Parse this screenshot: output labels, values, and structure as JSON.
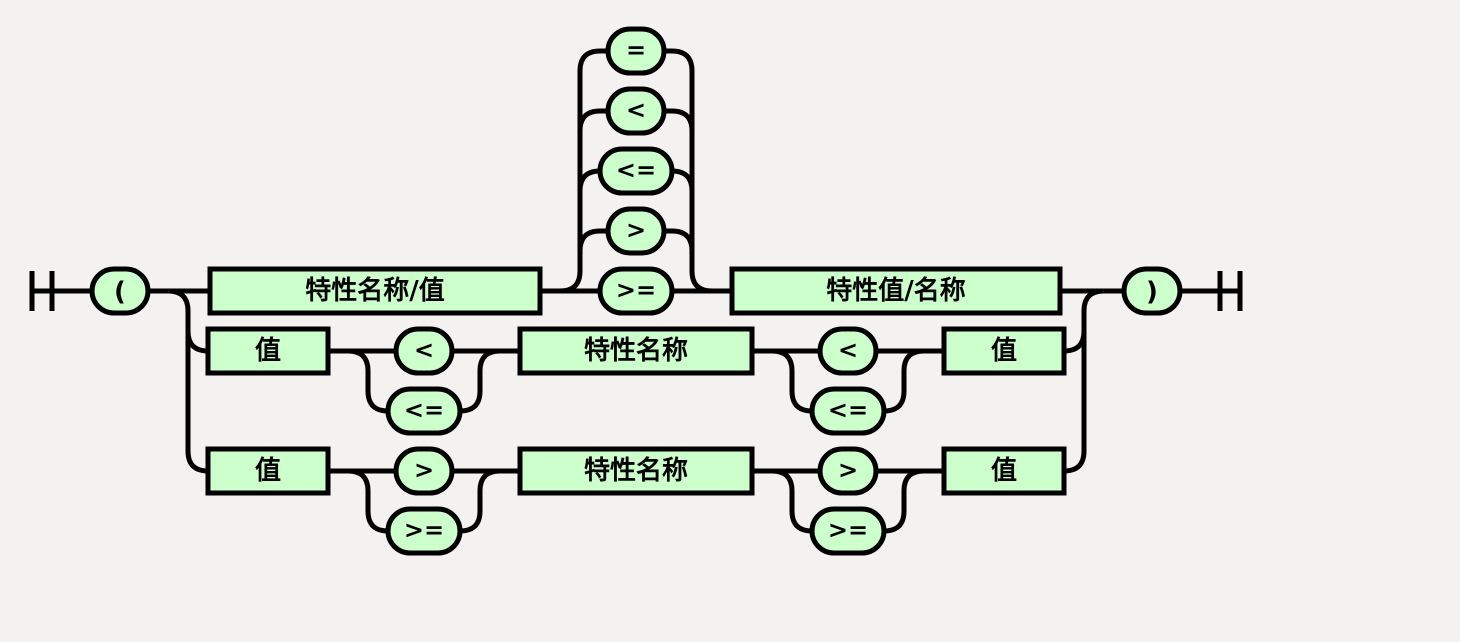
{
  "diagram": {
    "start_terminal": "(",
    "end_terminal": ")",
    "branch_equals": {
      "left_nonterminal": "特性名称/值",
      "operators": [
        "=",
        "<",
        "<=",
        ">",
        ">="
      ],
      "right_nonterminal": "特性值/名称"
    },
    "branch_less": {
      "left_value": "值",
      "left_ops": [
        "<",
        "<="
      ],
      "middle": "特性名称",
      "right_ops": [
        "<",
        "<="
      ],
      "right_value": "值"
    },
    "branch_greater": {
      "left_value": "值",
      "left_ops": [
        ">",
        ">="
      ],
      "middle": "特性名称",
      "right_ops": [
        ">",
        ">="
      ],
      "right_value": "值"
    }
  }
}
